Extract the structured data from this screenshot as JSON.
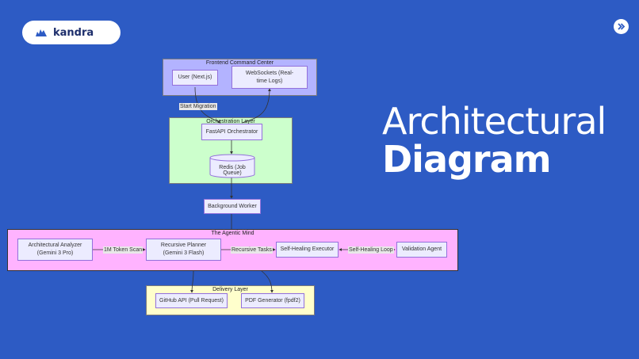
{
  "brand": {
    "name": "kandra",
    "logo_icon": "cloud-logo-icon",
    "next_icon": "chevrons-right-icon"
  },
  "headline": {
    "line1": "Architectural",
    "line2": "Diagram"
  },
  "diagram": {
    "clusters": {
      "frontend": "Frontend Command Center",
      "orchestration": "Orchestration Layer",
      "agentic": "The Agentic Mind",
      "delivery": "Delivery Layer"
    },
    "nodes": {
      "user": "User (Next.js)",
      "websockets": "WebSockets (Real-time Logs)",
      "fastapi": "FastAPI Orchestrator",
      "redis": "Redis (Job Queue)",
      "worker": "Background Worker",
      "analyzer": "Architectural Analyzer (Gemini 3 Pro)",
      "planner": "Recursive Planner (Gemini 3 Flash)",
      "executor": "Self-Healing Executor",
      "validation": "Validation Agent",
      "github": "GitHub API (Pull Request)",
      "pdf": "PDF Generator (fpdf2)"
    },
    "edges": {
      "start_migration": "Start Migration",
      "token_scan": "1M Token Scan",
      "recursive_tasks": "Recursive Tasks",
      "healing_loop": "Self-Healing Loop"
    },
    "colors": {
      "background": "#2d5bc4",
      "frontend_fill": "#b3b3ff",
      "orchestration_fill": "#ccffcc",
      "agentic_fill": "#ffb3ff",
      "delivery_fill": "#ffffcc",
      "node_fill": "#ececff"
    }
  }
}
